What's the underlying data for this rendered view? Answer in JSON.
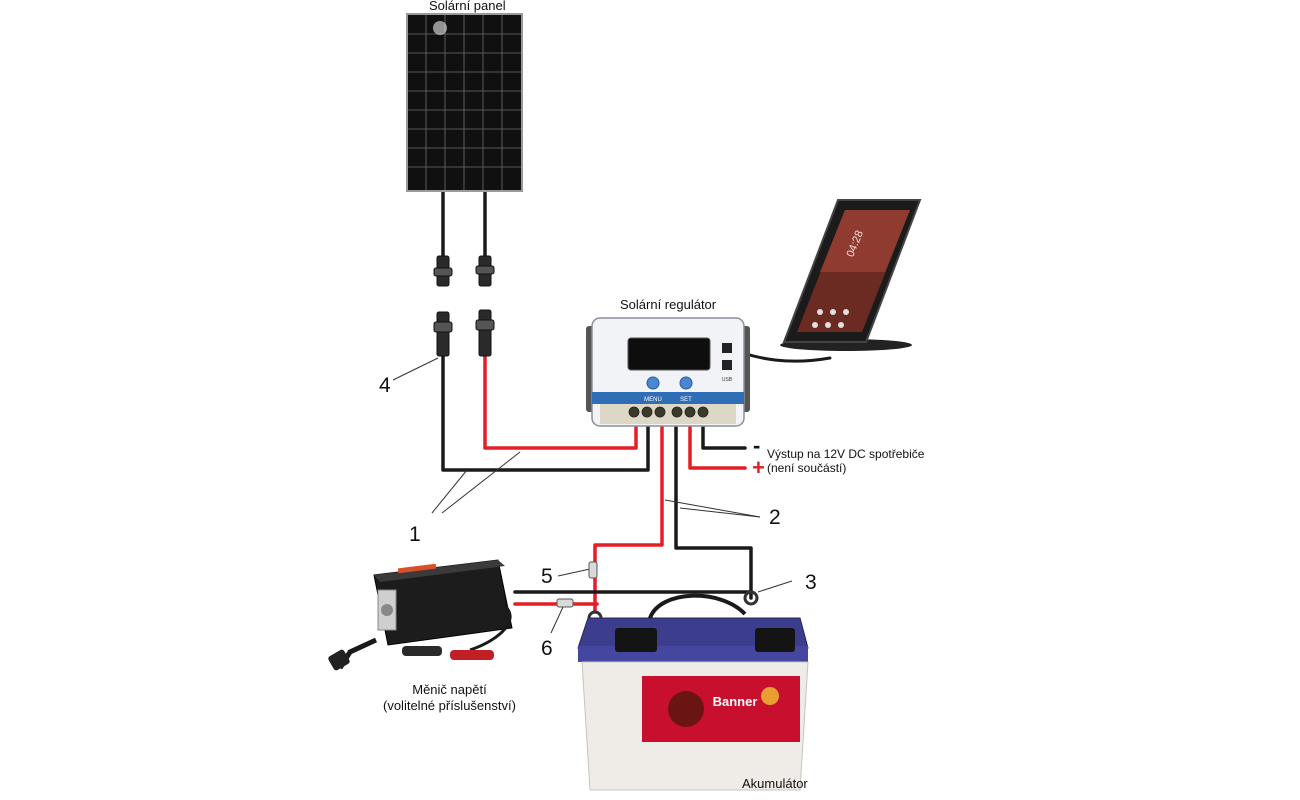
{
  "labels": {
    "solar_panel": "Solární panel",
    "controller": "Solární regulátor",
    "output_minus": "-",
    "output_plus": "+",
    "output_line1": "Výstup na 12V DC spotřebiče",
    "output_line2": "(není součástí)",
    "inverter_line1": "Měnič napětí",
    "inverter_line2": "(volitelné příslušenství)",
    "battery": "Akumulátor"
  },
  "callouts": [
    "1",
    "2",
    "3",
    "4",
    "5",
    "6"
  ],
  "controller_buttons": {
    "menu": "MENU",
    "set": "SET"
  },
  "controller_port": "USB",
  "phone_time": "04:28",
  "battery_brand": "Banner",
  "colors": {
    "positive_wire": "#e31e24",
    "negative_wire": "#1a1a1a",
    "panel": "#111111",
    "controller_accent": "#2f6db5",
    "battery_lid": "#3f3f8e",
    "battery_label": "#c8102e"
  },
  "icons": [
    "solar-panel-icon",
    "mc4-connector-icon",
    "charge-controller-icon",
    "smartphone-icon",
    "inverter-icon",
    "battery-icon",
    "fuse-icon",
    "ring-terminal-icon"
  ]
}
